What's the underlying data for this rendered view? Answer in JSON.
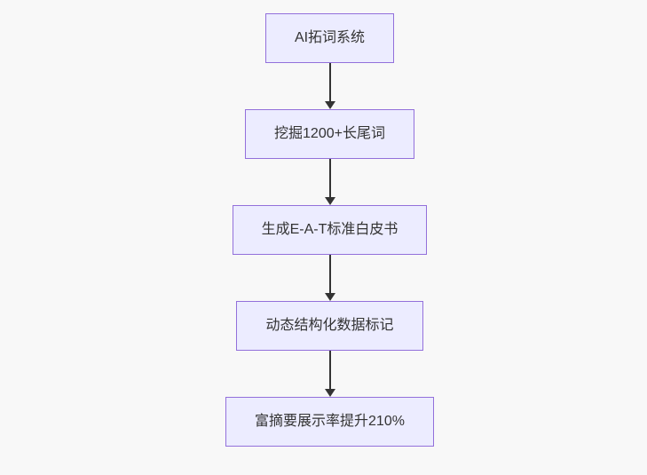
{
  "flowchart": {
    "type": "vertical-flowchart",
    "nodes": [
      {
        "id": "A",
        "label": "AI拓词系统"
      },
      {
        "id": "B",
        "label": "挖掘1200+长尾词"
      },
      {
        "id": "C",
        "label": "生成E-A-T标准白皮书"
      },
      {
        "id": "D",
        "label": "动态结构化数据标记"
      },
      {
        "id": "E",
        "label": "富摘要展示率提升210%"
      }
    ],
    "edges": [
      {
        "from": "A",
        "to": "B"
      },
      {
        "from": "B",
        "to": "C"
      },
      {
        "from": "C",
        "to": "D"
      },
      {
        "from": "D",
        "to": "E"
      }
    ],
    "colors": {
      "node_fill": "#ECECFF",
      "node_border": "#9370DB",
      "arrow": "#333333",
      "text": "#333333",
      "background": "#f8f8f8"
    }
  }
}
